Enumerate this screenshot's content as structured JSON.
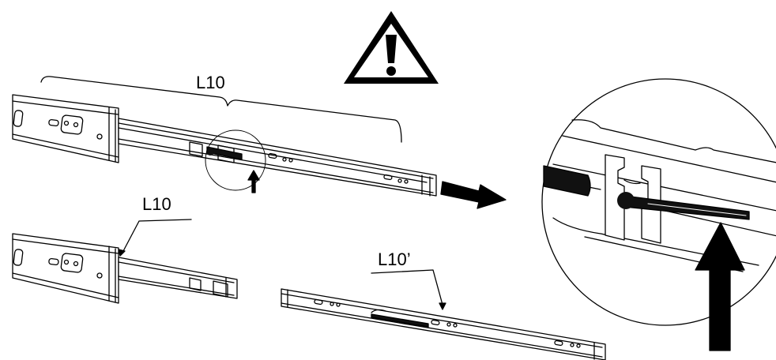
{
  "labels": {
    "top_length": "L10",
    "middle_length": "L10",
    "lower_length": "L10’"
  },
  "icons": {
    "warning": "warning-triangle-icon",
    "pull_arrow": "arrow-right-icon",
    "push_arrow": "arrow-up-icon"
  },
  "colors": {
    "line": "#000000",
    "background": "#ffffff",
    "fill_light": "#ffffff",
    "fill_dark": "#111111"
  }
}
